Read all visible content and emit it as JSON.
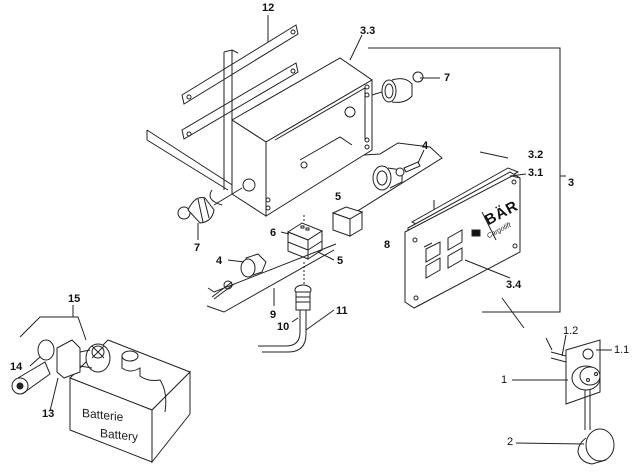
{
  "diagram": {
    "title": "Exploded parts view - control box assembly",
    "part_labels": {
      "p12": "12",
      "p3_3": "3.3",
      "p7_top": "7",
      "p7_left": "7",
      "p4_top": "4",
      "p4_left": "4",
      "p3_2": "3.2",
      "p3_1": "3.1",
      "p3": "3",
      "p5_top": "5",
      "p5_bottom": "5",
      "p6": "6",
      "p8": "8",
      "p9": "9",
      "p10": "10",
      "p11": "11",
      "p3_4": "3.4",
      "p15": "15",
      "p14": "14",
      "p13": "13",
      "p1_2": "1.2",
      "p1_1": "1.1",
      "p1": "1",
      "p2": "2"
    },
    "panel_brand": {
      "name": "BÄR",
      "sub": "Cargolift"
    },
    "battery": {
      "label_de": "Batterie",
      "label_en": "Battery"
    }
  }
}
